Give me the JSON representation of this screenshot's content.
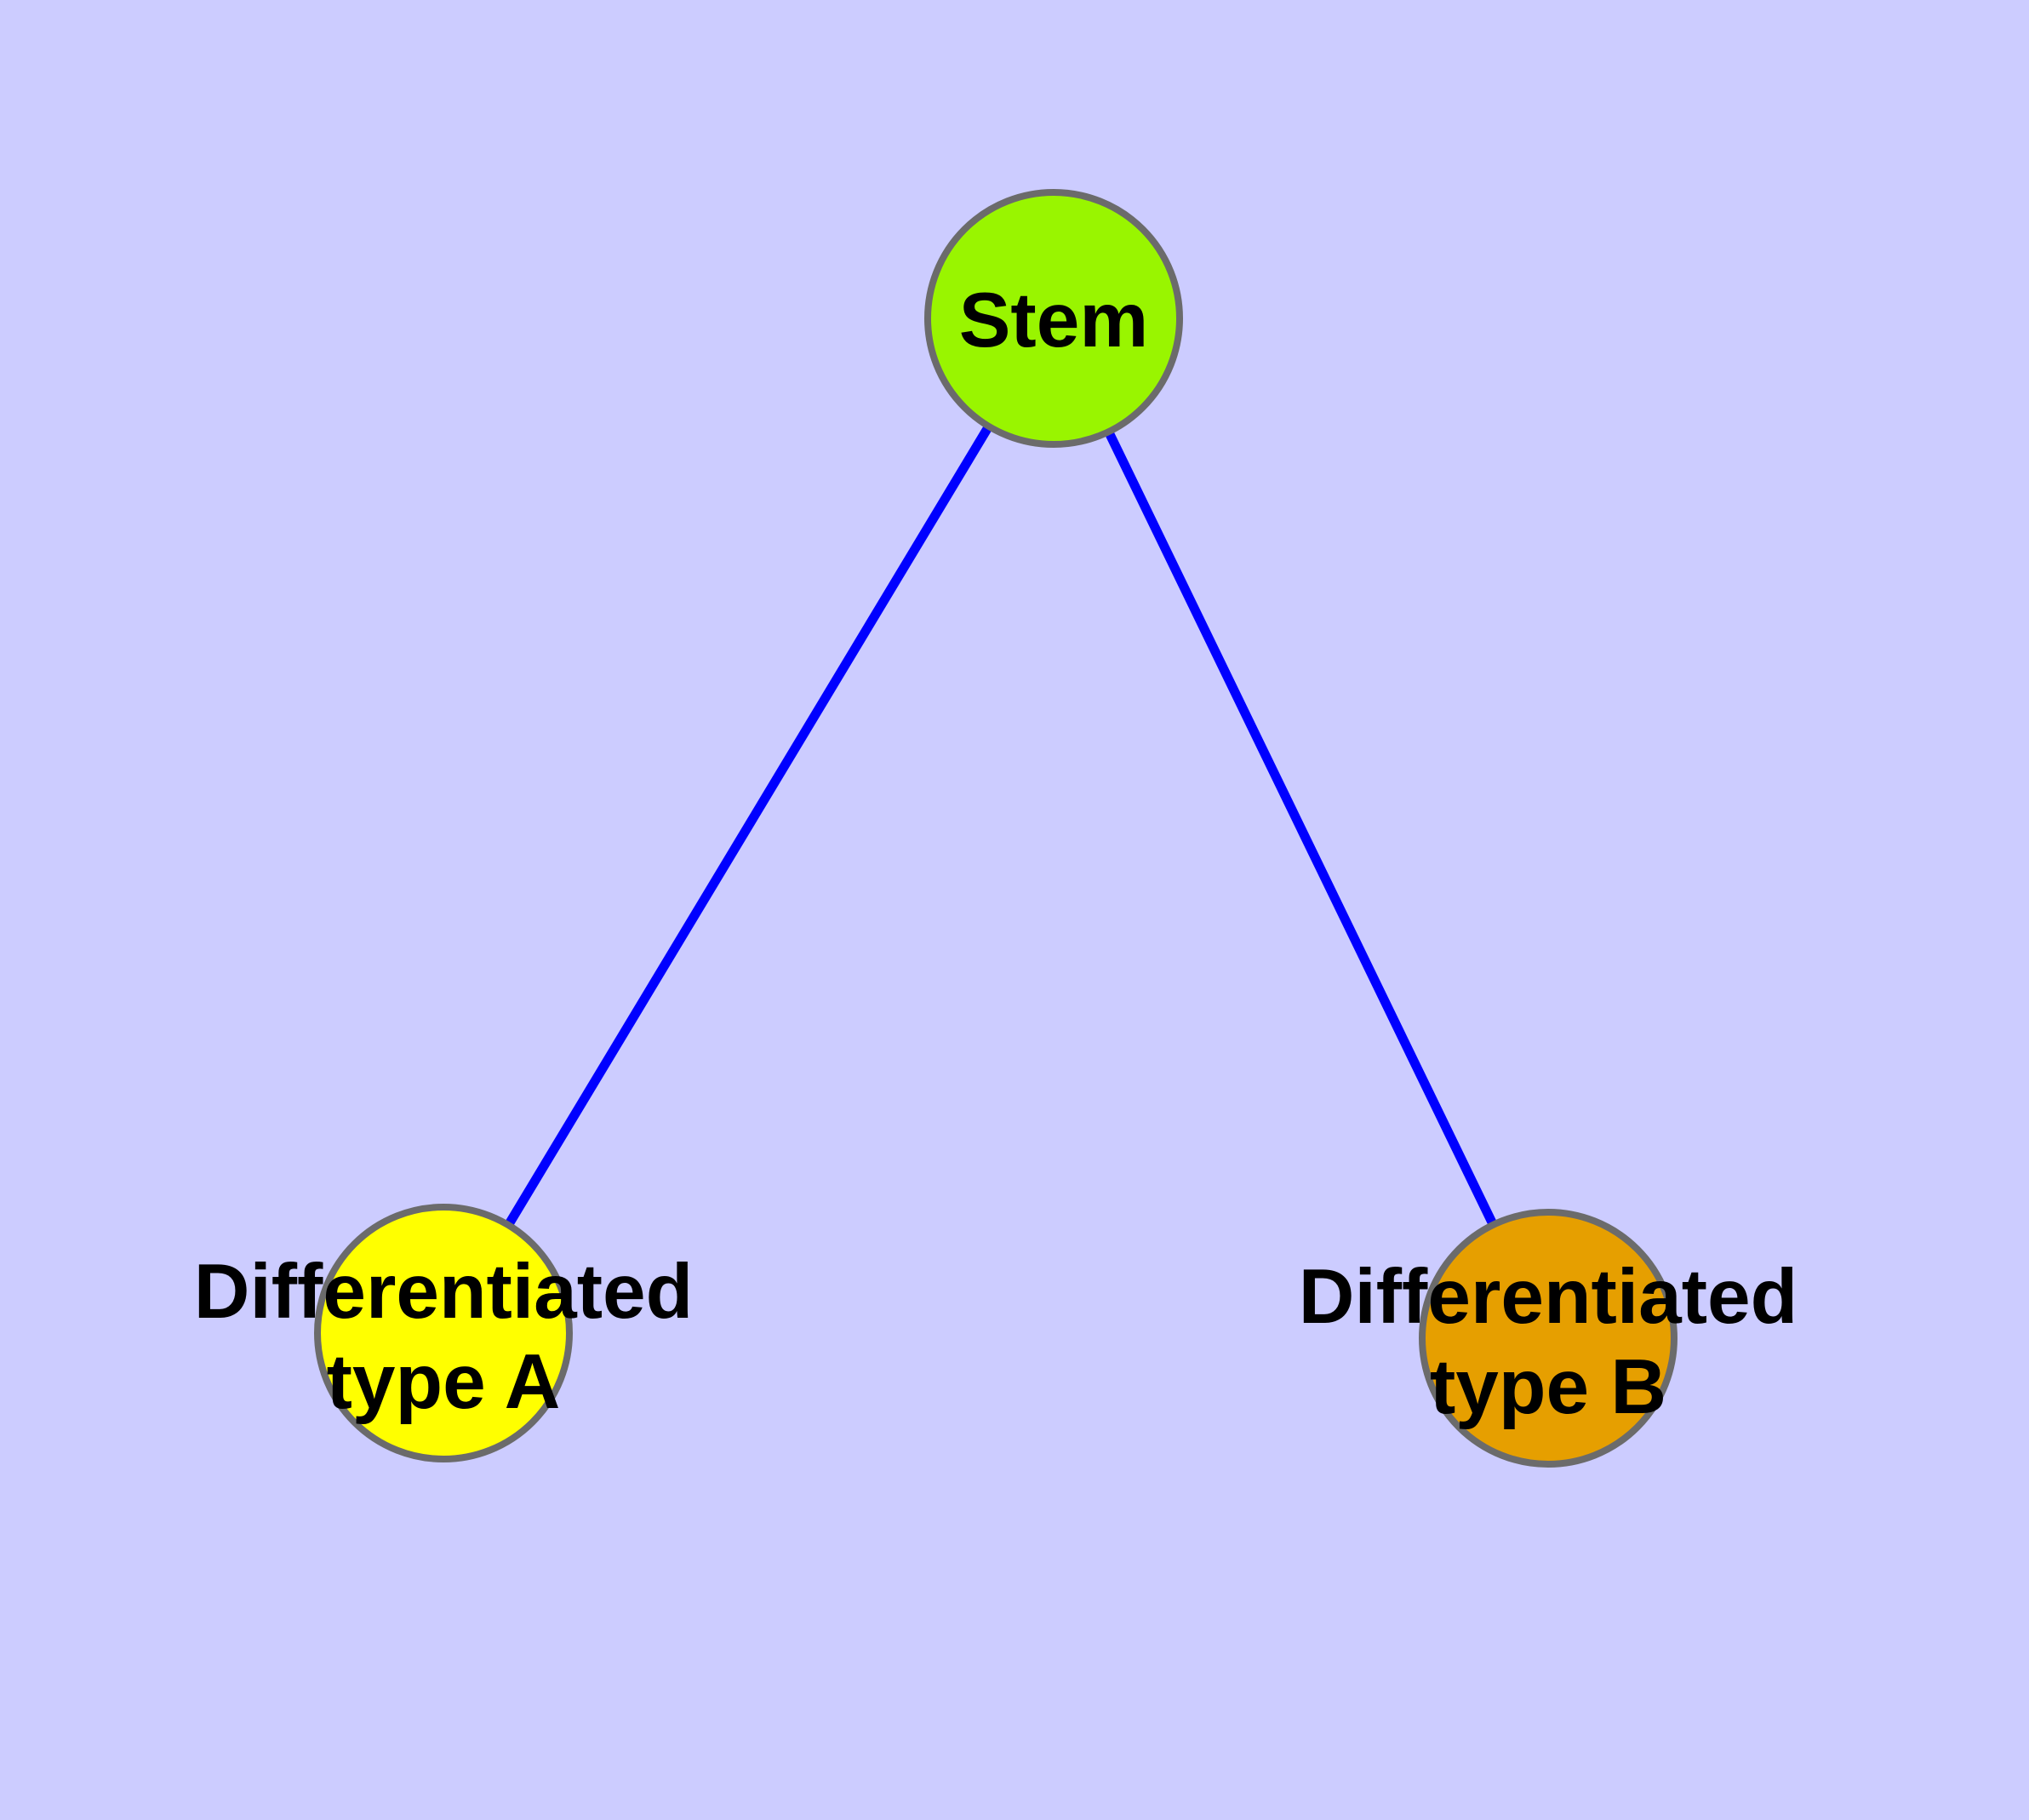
{
  "diagram": {
    "type": "graph",
    "background_color": "#CCCCFF",
    "edge_color": "#0000FF",
    "node_border_color": "#6B6B6B",
    "label_color": "#000000",
    "nodes": [
      {
        "id": "stem",
        "label": "Stem",
        "line1": "Stem",
        "color": "#99F500"
      },
      {
        "id": "differentiated-type-a",
        "label": "Differentiated type A",
        "line1": "Differentiated",
        "line2": "type A",
        "color": "#FFFF00"
      },
      {
        "id": "differentiated-type-b",
        "label": "Differentiated type B",
        "line1": "Differentiated",
        "line2": "type B",
        "color": "#E69F00"
      }
    ],
    "edges": [
      {
        "from": "Stem",
        "to": "Differentiated type A"
      },
      {
        "from": "Stem",
        "to": "Differentiated type B"
      }
    ]
  }
}
